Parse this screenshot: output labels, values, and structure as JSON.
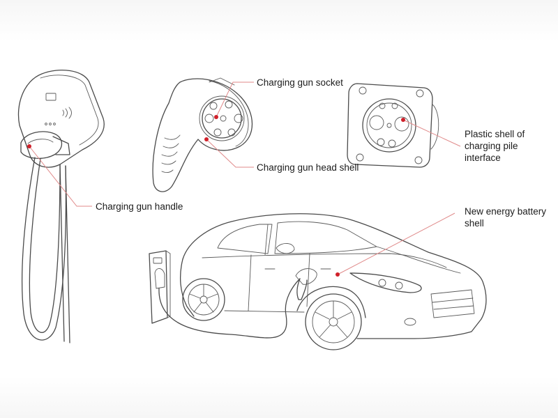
{
  "labels": {
    "gun_socket": "Charging gun socket",
    "gun_head_shell": "Charging gun head shell",
    "gun_handle": "Charging gun handle",
    "pile_interface_shell": [
      "Plastic shell of",
      "charging pile",
      "interface"
    ],
    "battery_shell": [
      "New energy battery",
      "shell"
    ]
  },
  "colors": {
    "marker": "#d0202a",
    "leader": "#e08a8a",
    "ink": "#4a4a4a"
  }
}
